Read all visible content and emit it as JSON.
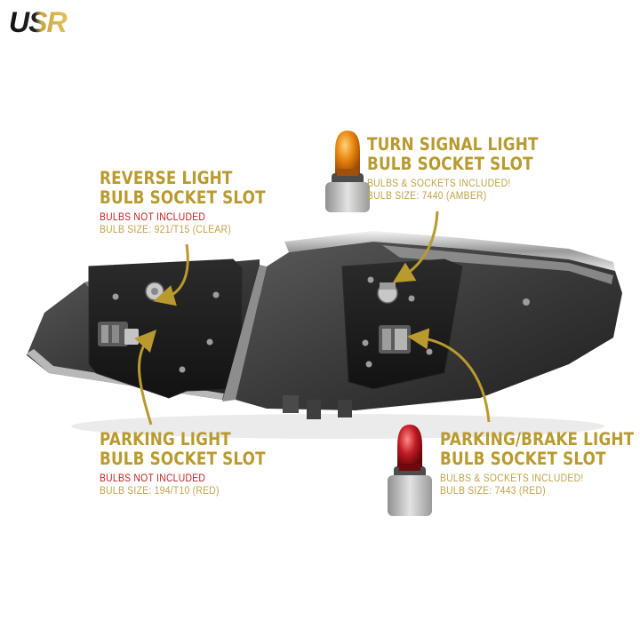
{
  "brand": {
    "logo_text": "USR",
    "accent_color": "#b99a2f",
    "warning_color": "#c81e1e"
  },
  "callouts": {
    "reverse": {
      "title_line1": "REVERSE LIGHT",
      "title_line2": "BULB SOCKET SLOT",
      "note": "BULBS NOT INCLUDED",
      "bulb_size": "BULB SIZE: 921/T15 (CLEAR)"
    },
    "turn": {
      "title_line1": "TURN SIGNAL LIGHT",
      "title_line2": "BULB SOCKET SLOT",
      "note": "BULBS & SOCKETS INCLUDED!",
      "bulb_size": "BULB SIZE: 7440 (AMBER)"
    },
    "parking": {
      "title_line1": "PARKING LIGHT",
      "title_line2": "BULB SOCKET SLOT",
      "note": "BULBS NOT INCLUDED",
      "bulb_size": "BULB SIZE: 194/T10 (RED)"
    },
    "brake": {
      "title_line1": "PARKING/BRAKE LIGHT",
      "title_line2": "BULB SOCKET SLOT",
      "note": "BULBS & SOCKETS INCLUDED!",
      "bulb_size": "BULB SIZE: 7443 (RED)"
    }
  },
  "bulbs": {
    "amber": {
      "icon": "amber-bulb-icon",
      "color": "#e8850f"
    },
    "red": {
      "icon": "red-bulb-icon",
      "color": "#b8141c"
    }
  }
}
